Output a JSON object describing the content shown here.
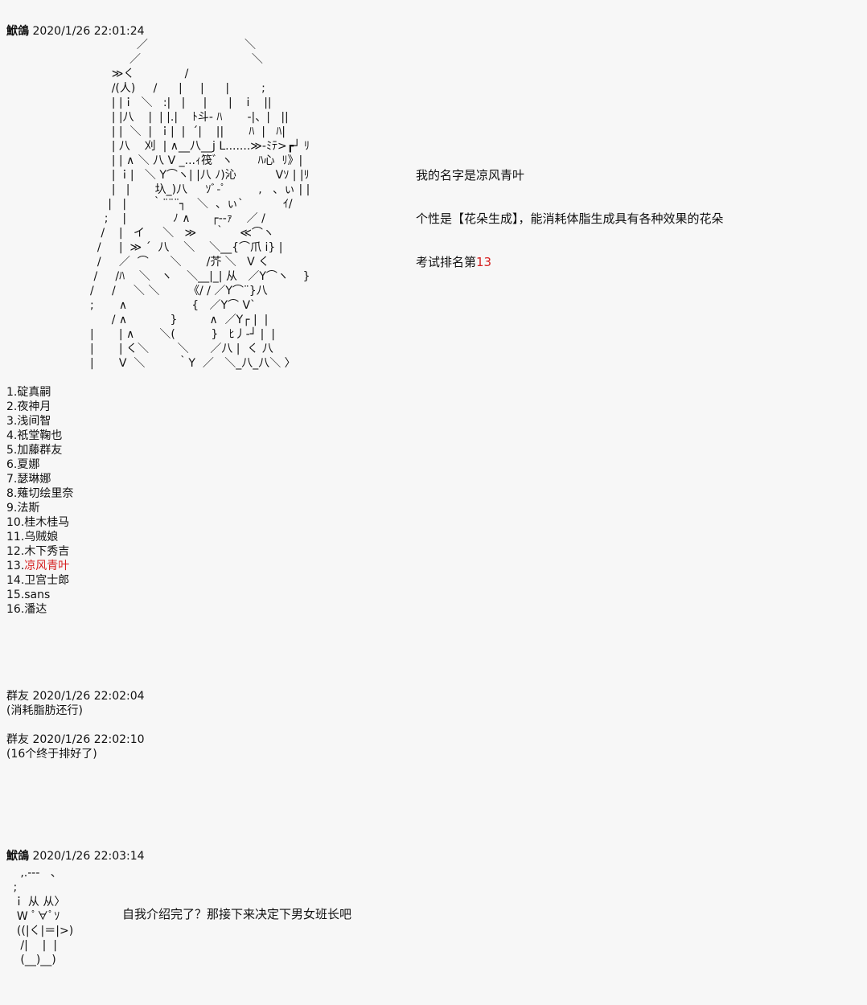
{
  "post1": {
    "author": "鮲鴿",
    "timestamp": "2020/1/26 22:01:24",
    "ascii_art": "             ／                           ＼\n           ／                               ＼\n      ≫く              /\n      /(人)     /      |     |      |         ;\n      | |ｉ  ＼   :|   |     |      |    i    ||\n      | |八    |  | |.|    ﾄ斗- ﾊ       -|、|   ||\n      | |  ＼  |  ｉ|  |  ´|    ||       ﾊ  |   ﾊ|\n      | 八    刈  | ∧__八__j L.......≫-ﾐﾃ>┏┘ ﾘ\n      | | ∧ ＼ 八 V _...ｨ筏ﾞ ヽ       ﾊ心  ﾘ》|\n      | ｉ|   ＼ Y⌒ヽ| |八 ﾉ)沁           Vｿ | |ﾘ\n      |   |       圦_)八     ｿﾞ-ﾟ         ,   、ぃ | |\n     |   |       ｀¨¨¨┐   ＼  、ぃ`           ｲ/\n    ;    |             ﾉ ∧      ┌--ｧ    ／ /\n   /    |   イ     ＼   ≫     ｀    ≪⌒ヽ\n  /     |  ≫ ´  八    ＼    ＼__{⌒爪 i} |\n  /     ／  ⌒      ＼       /芥 ＼   V く\n /     /ﾊ    ＼   ヽ    ＼__|_| 从   ／Y⌒ヽ    }\n/     /     ＼ ＼        《/ / ／Y⌒¨}八\n;       ∧                  {   ／Y⌒ V`\n      / ∧            }         ∧  ／Y┌ |  |\n|       | ∧       ＼(          }   ﾋ丿-┘ |  |\n|       | く＼        ＼      ／八 |  く 八\n|       V  ＼         ｀Y  ／   ＼_八_八＼ 〉",
    "intro_line1": "我的名字是凉风青叶",
    "intro_line2": "个性是【花朵生成】，能消耗体脂生成具有各种效果的花朵",
    "intro_line3_prefix": "考试排名第",
    "intro_line3_rank": "13",
    "rank_list": [
      {
        "num": "1.",
        "name": "碇真嗣"
      },
      {
        "num": "2.",
        "name": "夜神月"
      },
      {
        "num": "3.",
        "name": "浅间智"
      },
      {
        "num": "4.",
        "name": "祇堂鞠也"
      },
      {
        "num": "5.",
        "name": "加藤群友"
      },
      {
        "num": "6.",
        "name": "夏娜"
      },
      {
        "num": "7.",
        "name": "瑟琳娜"
      },
      {
        "num": "8.",
        "name": "薙切绘里奈"
      },
      {
        "num": "9.",
        "name": "法斯"
      },
      {
        "num": "10.",
        "name": "桂木桂马"
      },
      {
        "num": "11.",
        "name": "乌贼娘"
      },
      {
        "num": "12.",
        "name": "木下秀吉"
      },
      {
        "num": "13.",
        "name": "凉风青叶"
      },
      {
        "num": "14.",
        "name": "卫宫士郎"
      },
      {
        "num": "15.",
        "name": "sans"
      },
      {
        "num": "16.",
        "name": "潘达"
      }
    ]
  },
  "reply1": {
    "author": "群友",
    "timestamp": "2020/1/26 22:02:04",
    "text": "(消耗脂肪还行)"
  },
  "reply2": {
    "author": "群友",
    "timestamp": "2020/1/26 22:02:10",
    "text": "(16个终于排好了)"
  },
  "post2": {
    "author": "鮲鴿",
    "timestamp": "2020/1/26 22:03:14",
    "ascii_art": "   ,.---   、\n ;\n ｉ 从 从〉\n  W ﾟ∀ﾟｿ\n  ((|く|＝|>)\n   /|    |  |\n   (__)__)",
    "dialog": "自我介绍完了？那接下来决定下男女班长吧"
  },
  "colors": {
    "background": "#f7f7f7",
    "text": "#111111",
    "highlight": "#d62020"
  }
}
